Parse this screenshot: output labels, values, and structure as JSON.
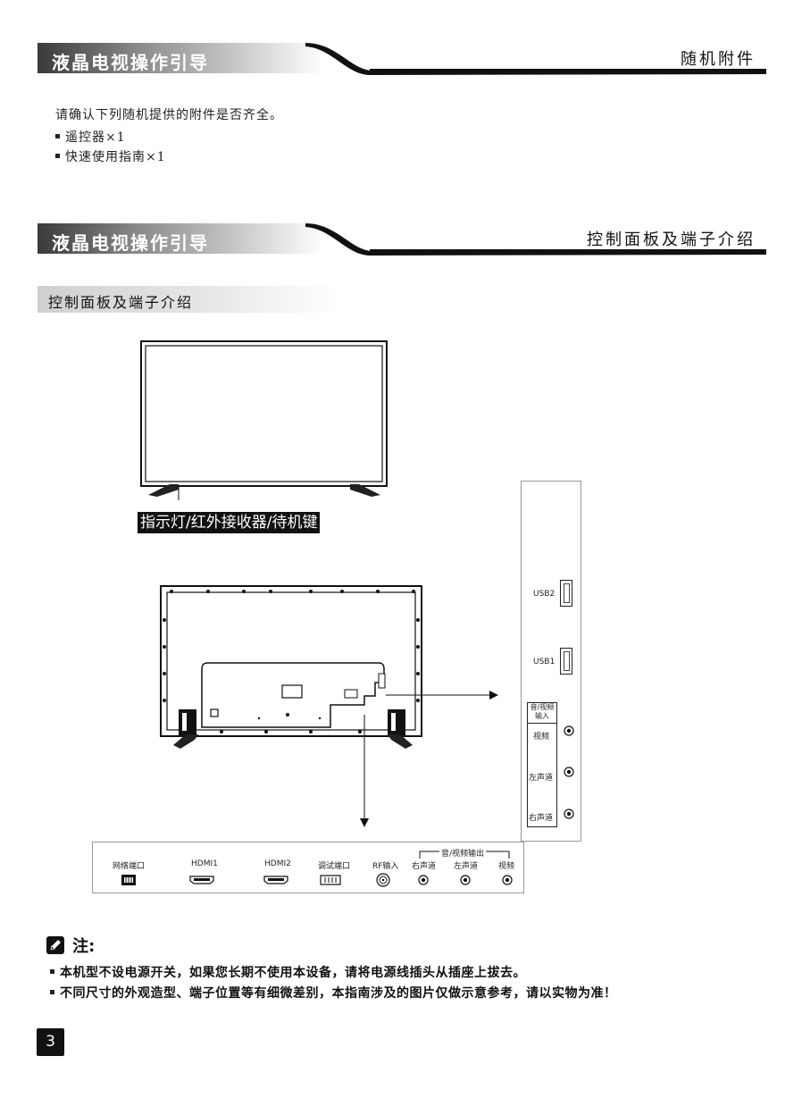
{
  "header1": {
    "title": "液晶电视操作引导",
    "right": "随机附件"
  },
  "accessories": {
    "intro": "请确认下列随机提供的附件是否齐全。",
    "items": [
      "遥控器×1",
      "快速使用指南×1"
    ]
  },
  "header2": {
    "title": "液晶电视操作引导",
    "right": "控制面板及端子介绍"
  },
  "subheader": "控制面板及端子介绍",
  "tv_front_label": "指示灯/红外接收器/待机键",
  "side_panel": {
    "usb2": "USB2",
    "usb1": "USB1",
    "av_in_title_1": "音/视频",
    "av_in_title_2": "输入",
    "video": "视频",
    "left": "左声道",
    "right": "右声道"
  },
  "bottom_panel": {
    "group_label": "音/视频输出",
    "ports": [
      "网络端口",
      "HDMI1",
      "HDMI2",
      "调试端口",
      "RF输入",
      "右声道",
      "左声道",
      "视频"
    ]
  },
  "notes": {
    "title": "注:",
    "lines": [
      "本机型不设电源开关，如果您长期不使用本设备，请将电源线插头从插座上拔去。",
      "不同尺寸的外观造型、端子位置等有细微差别，本指南涉及的图片仅做示意参考，请以实物为准！"
    ]
  },
  "page_number": "3"
}
